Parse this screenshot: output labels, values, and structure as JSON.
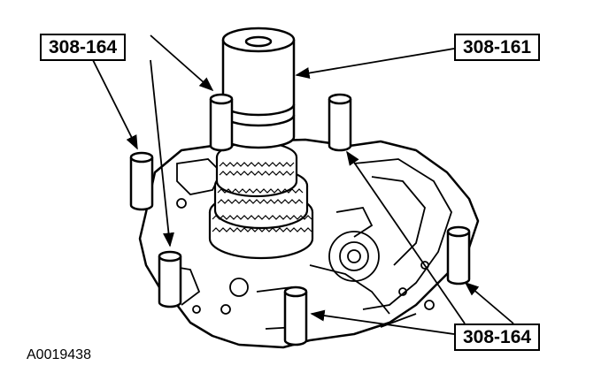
{
  "callouts": {
    "top_left": "308-164",
    "top_right": "308-161",
    "bottom_right": "308-164"
  },
  "figure_id": "A0019438",
  "colors": {
    "line": "#000000",
    "background": "#ffffff"
  }
}
